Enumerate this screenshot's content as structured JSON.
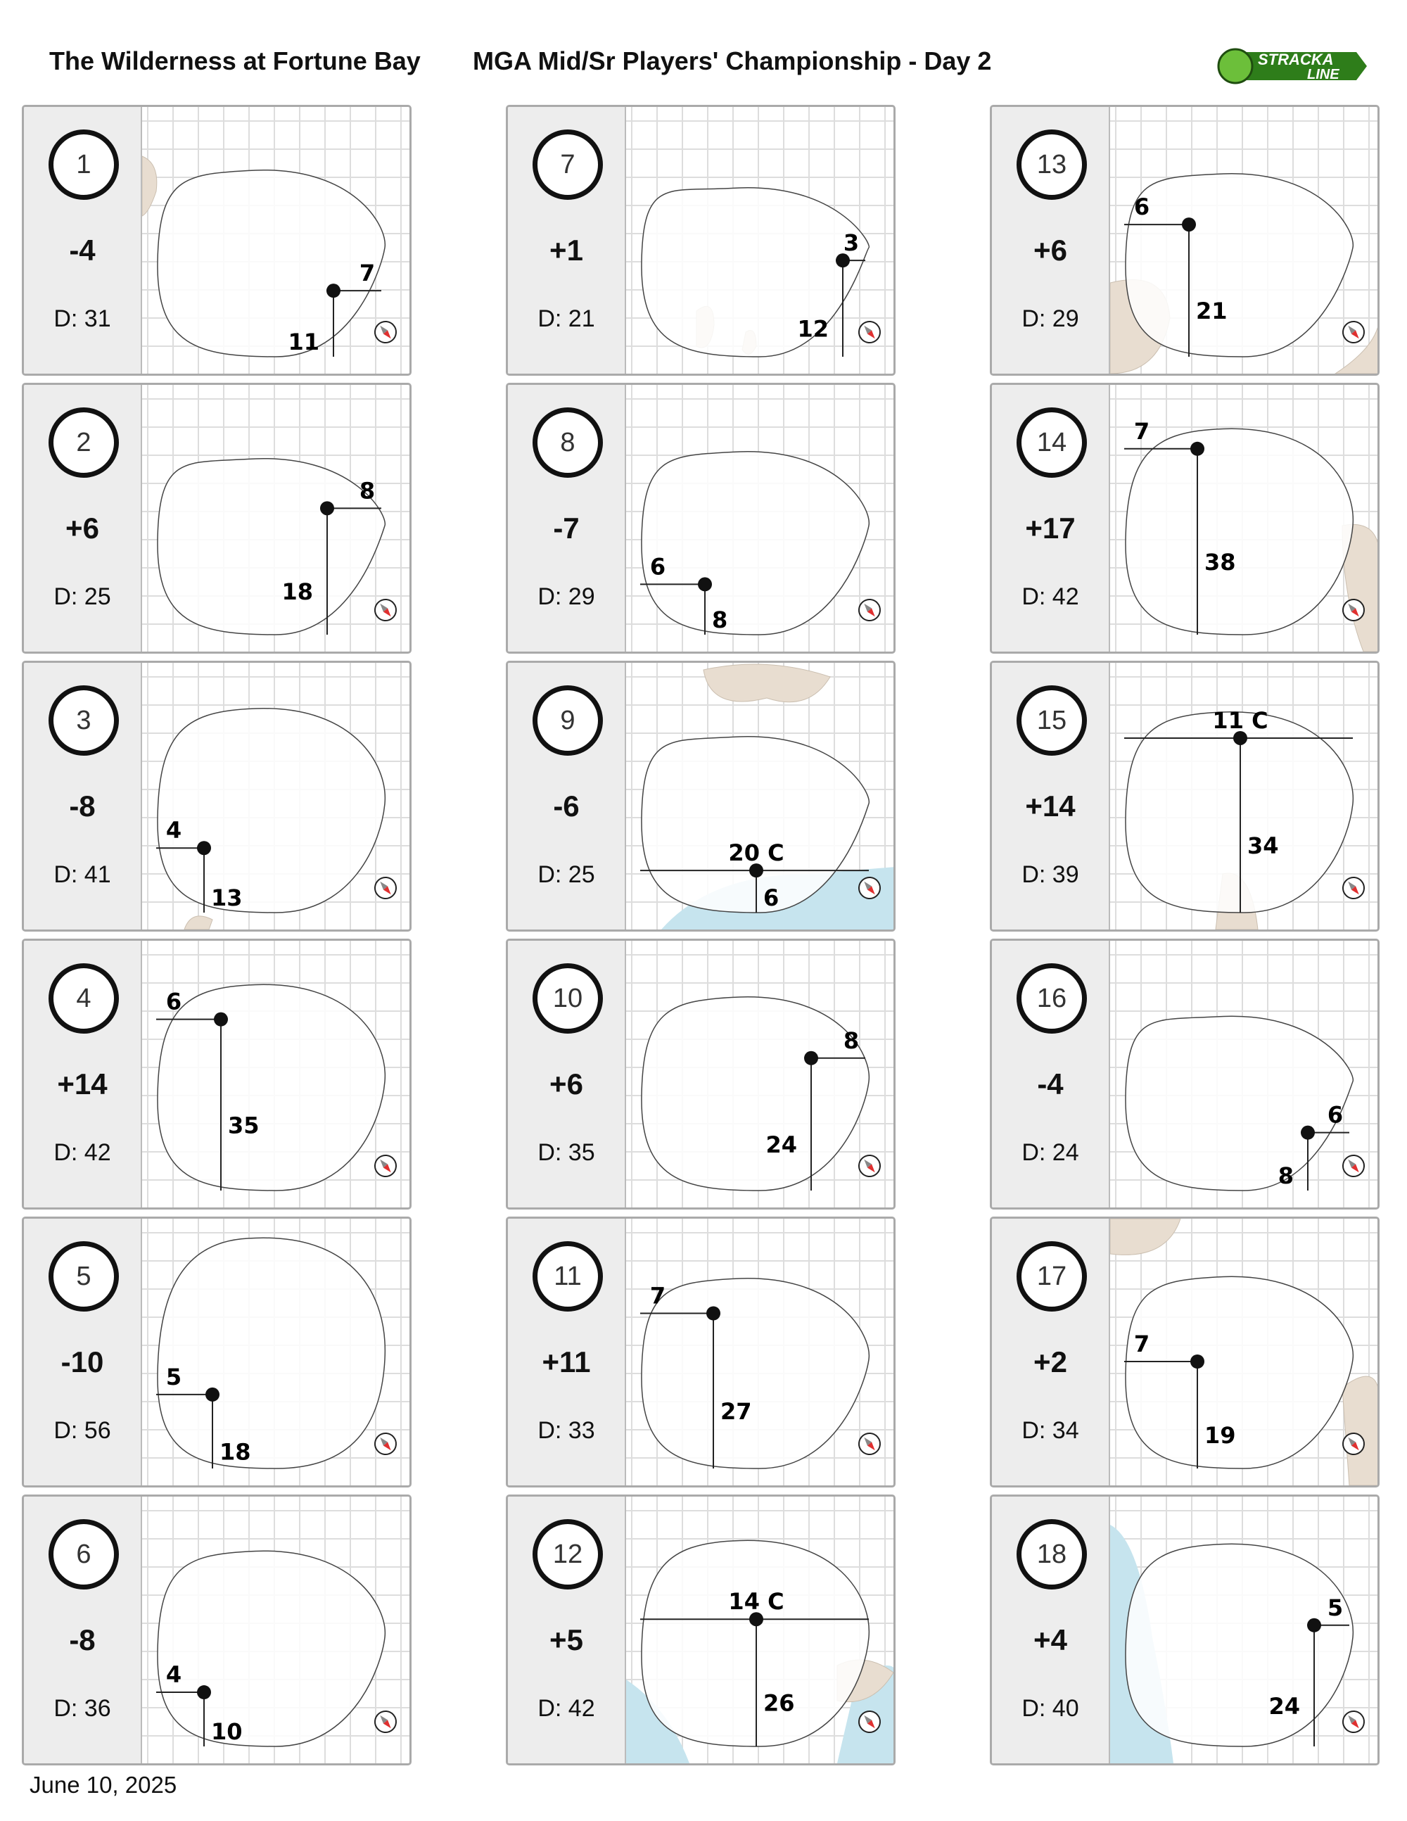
{
  "header": {
    "course": "The Wilderness at Fortune Bay",
    "event": "MGA Mid/Sr Players' Championship - Day 2",
    "logo_text": [
      "STRACKA",
      "LINE"
    ]
  },
  "footer": {
    "date": "June 10, 2025"
  },
  "colors": {
    "bunker": "#e8ddd0",
    "water": "#c6e4ee",
    "needle": "#e03030"
  },
  "holes": [
    {
      "hole": "1",
      "score": "-4",
      "depth": "D: 31",
      "front": "11",
      "side": "7",
      "side_dir": "right"
    },
    {
      "hole": "2",
      "score": "+6",
      "depth": "D: 25",
      "front": "18",
      "side": "8",
      "side_dir": "right"
    },
    {
      "hole": "3",
      "score": "-8",
      "depth": "D: 41",
      "front": "13",
      "side": "4",
      "side_dir": "left"
    },
    {
      "hole": "4",
      "score": "+14",
      "depth": "D: 42",
      "front": "35",
      "side": "6",
      "side_dir": "left"
    },
    {
      "hole": "5",
      "score": "-10",
      "depth": "D: 56",
      "front": "18",
      "side": "5",
      "side_dir": "left"
    },
    {
      "hole": "6",
      "score": "-8",
      "depth": "D: 36",
      "front": "10",
      "side": "4",
      "side_dir": "left"
    },
    {
      "hole": "7",
      "score": "+1",
      "depth": "D: 21",
      "front": "12",
      "side": "3",
      "side_dir": "right"
    },
    {
      "hole": "8",
      "score": "-7",
      "depth": "D: 29",
      "front": "8",
      "side": "6",
      "side_dir": "left"
    },
    {
      "hole": "9",
      "score": "-6",
      "depth": "D: 25",
      "front": "6",
      "side": "20 C",
      "side_dir": "center"
    },
    {
      "hole": "10",
      "score": "+6",
      "depth": "D: 35",
      "front": "24",
      "side": "8",
      "side_dir": "right"
    },
    {
      "hole": "11",
      "score": "+11",
      "depth": "D: 33",
      "front": "27",
      "side": "7",
      "side_dir": "left"
    },
    {
      "hole": "12",
      "score": "+5",
      "depth": "D: 42",
      "front": "26",
      "side": "14 C",
      "side_dir": "center"
    },
    {
      "hole": "13",
      "score": "+6",
      "depth": "D: 29",
      "front": "21",
      "side": "6",
      "side_dir": "left"
    },
    {
      "hole": "14",
      "score": "+17",
      "depth": "D: 42",
      "front": "38",
      "side": "7",
      "side_dir": "left"
    },
    {
      "hole": "15",
      "score": "+14",
      "depth": "D: 39",
      "front": "34",
      "side": "11 C",
      "side_dir": "center"
    },
    {
      "hole": "16",
      "score": "-4",
      "depth": "D: 24",
      "front": "8",
      "side": "6",
      "side_dir": "right"
    },
    {
      "hole": "17",
      "score": "+2",
      "depth": "D: 34",
      "front": "19",
      "side": "7",
      "side_dir": "left"
    },
    {
      "hole": "18",
      "score": "+4",
      "depth": "D: 40",
      "front": "24",
      "side": "5",
      "side_dir": "right"
    }
  ]
}
